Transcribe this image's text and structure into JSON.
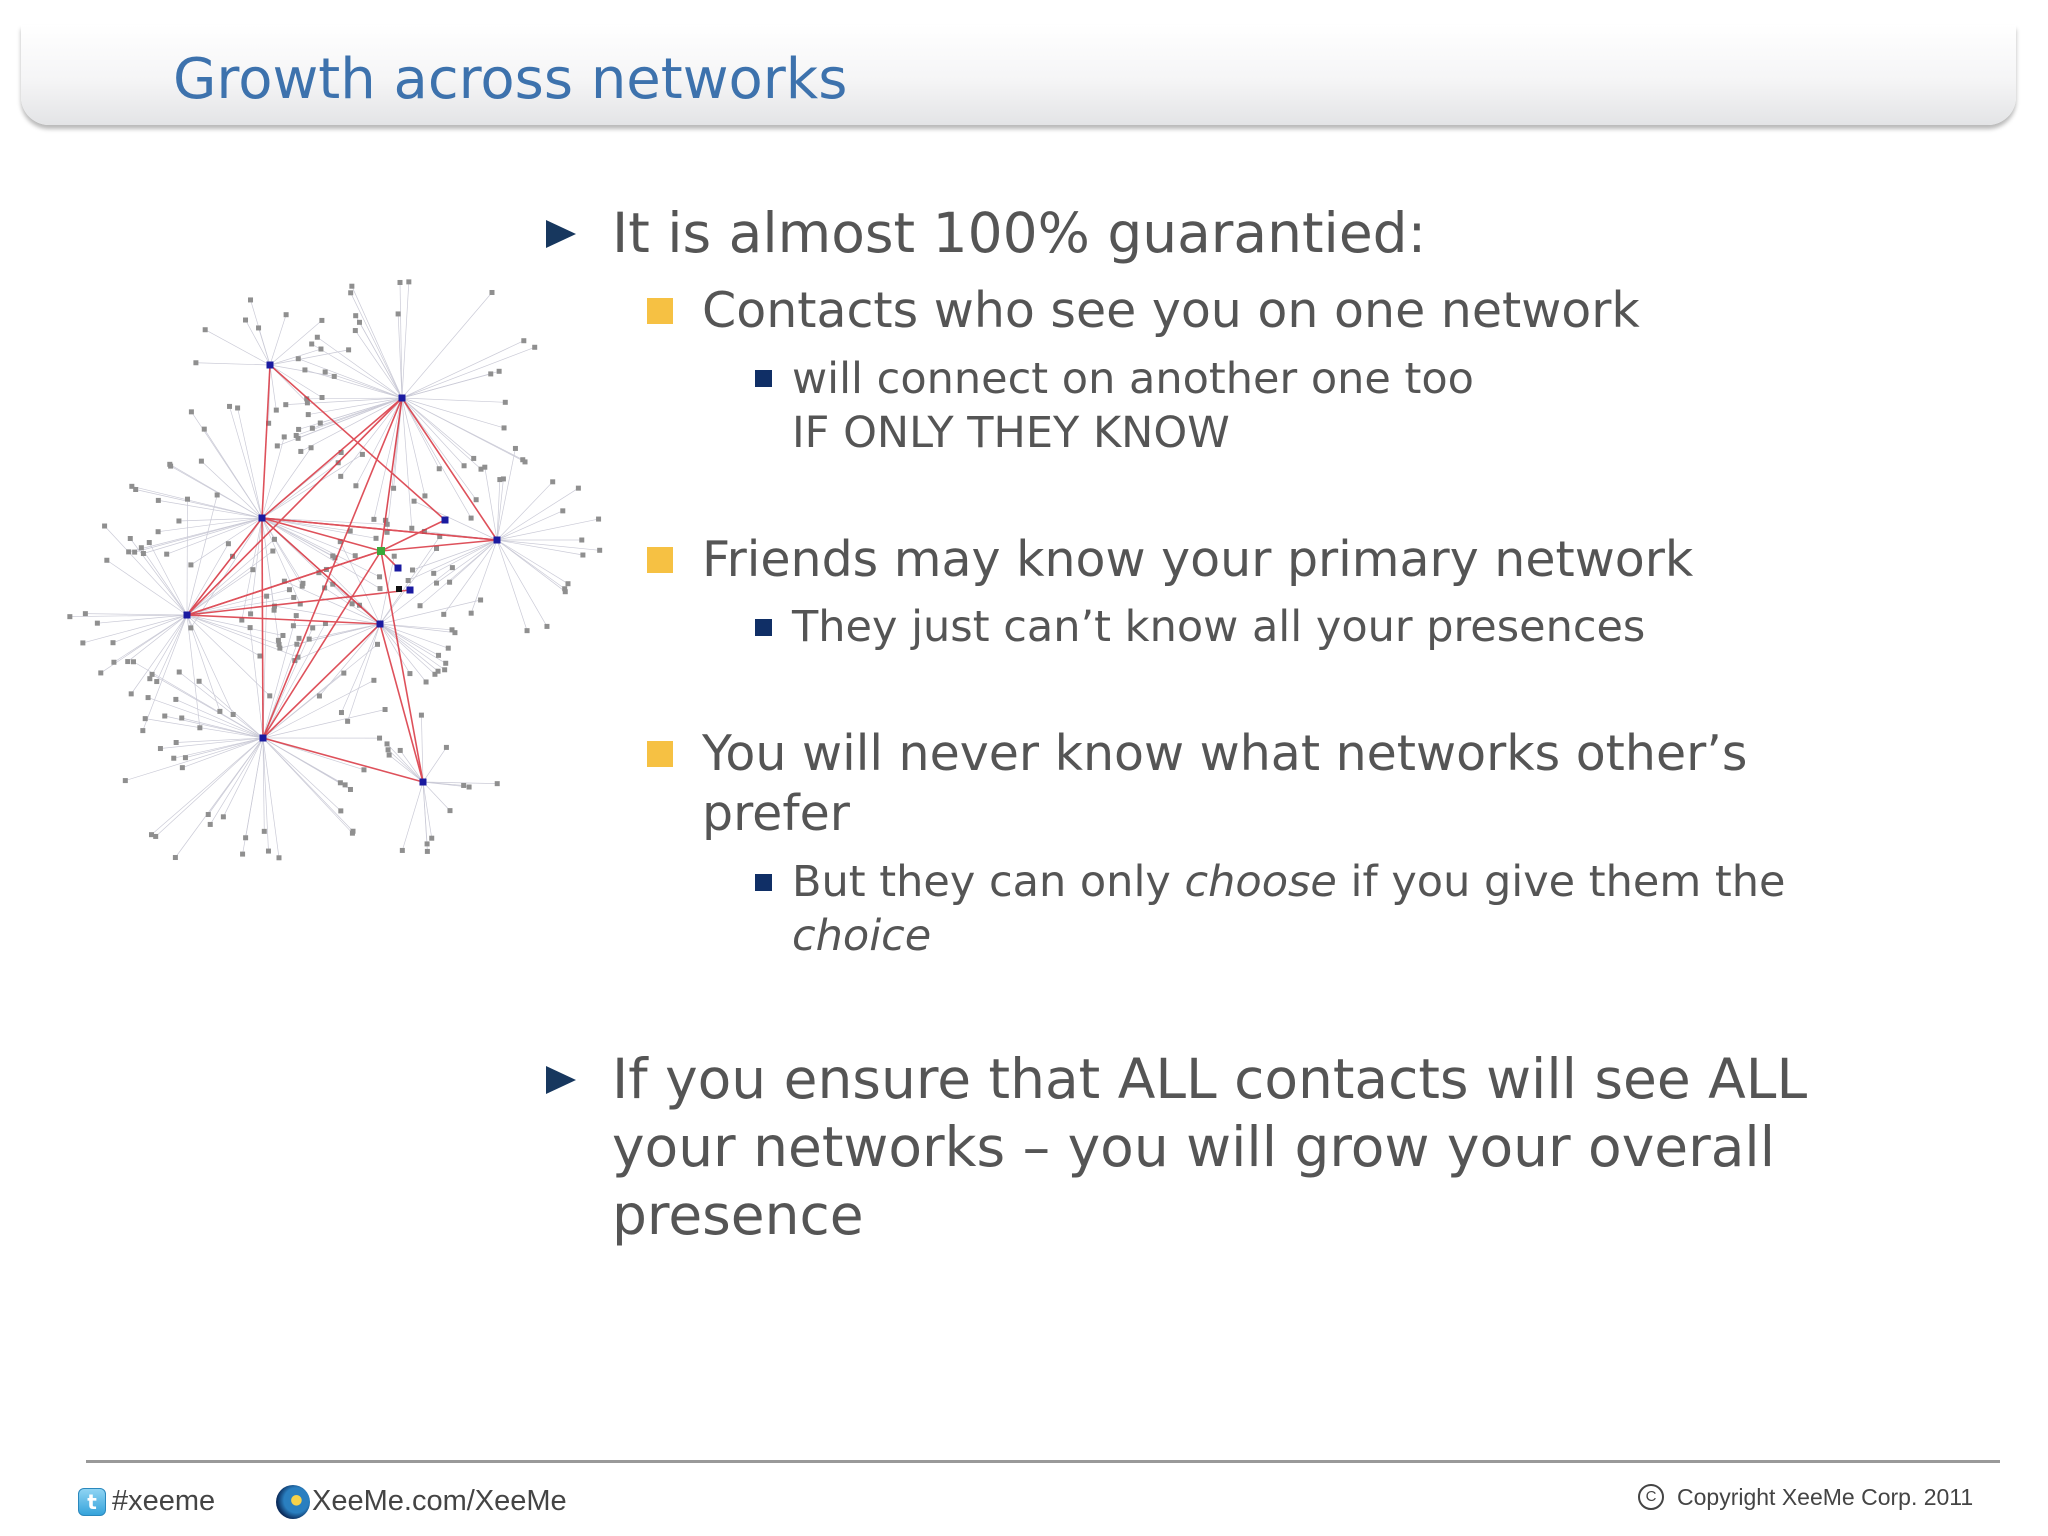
{
  "slide": {
    "title": "Growth across networks",
    "bullets": {
      "b1": "It is almost 100% guarantied:",
      "b1_1": "Contacts who see you on one network",
      "b1_1_1_line1": "will connect on another one too",
      "b1_1_1_line2": "IF ONLY THEY KNOW",
      "b1_2": "Friends may know your primary network",
      "b1_2_1": "They just can’t know all your presences",
      "b1_3_line1": "You will never know what networks other’s",
      "b1_3_line2": "prefer",
      "b1_3_1_pre": "But they can only ",
      "b1_3_1_em": "choose",
      "b1_3_1_post": " if you give them the",
      "b1_3_1_line2": "choice",
      "b2_line1": "If you ensure that ALL contacts will see ALL",
      "b2_line2": "your networks – you will grow your overall",
      "b2_line3": "presence"
    }
  },
  "footer": {
    "hashtag": "#xeeme",
    "url": "XeeMe.com/XeeMe",
    "copyright": "Copyright XeeMe Corp. 2011",
    "icons": [
      "twitter-icon",
      "xeeme-globe-icon",
      "copyright-icon"
    ]
  },
  "colors": {
    "title": "#3d72ad",
    "text": "#555555",
    "arrow_bullet": "#17375e",
    "level2_bullet": "#f6c143",
    "level3_bullet": "#102f66",
    "graph_edges": "#d9333f",
    "graph_nodes": "#1a1aa0"
  }
}
